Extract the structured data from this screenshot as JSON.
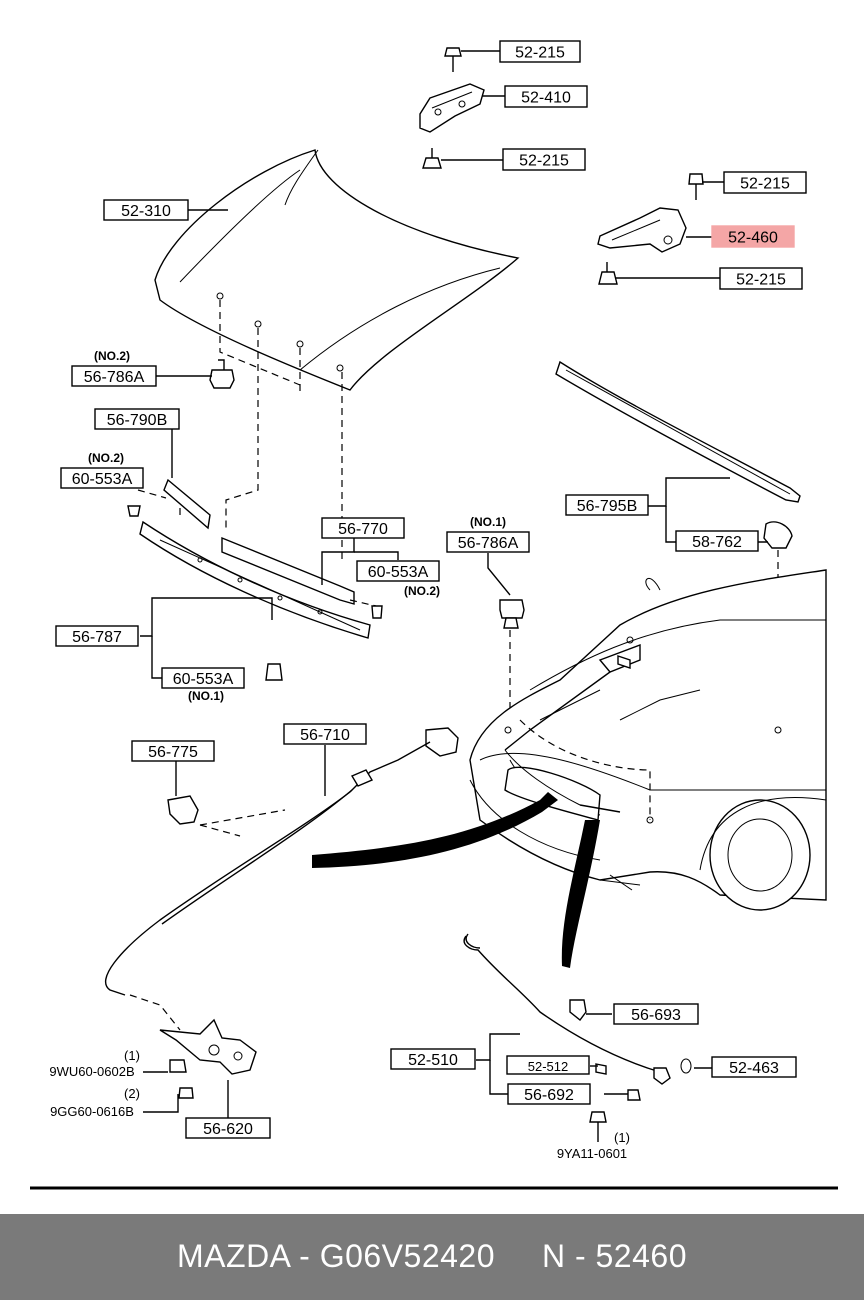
{
  "diagram": {
    "labels": [
      {
        "id": "l1",
        "text": "52-215"
      },
      {
        "id": "l2",
        "text": "52-410"
      },
      {
        "id": "l3",
        "text": "52-215"
      },
      {
        "id": "l4",
        "text": "52-215"
      },
      {
        "id": "l5",
        "text": "52-460",
        "highlighted": true
      },
      {
        "id": "l6",
        "text": "52-215"
      },
      {
        "id": "l7",
        "text": "52-310"
      },
      {
        "id": "l8",
        "text": "56-786A"
      },
      {
        "id": "l9",
        "text": "56-790B"
      },
      {
        "id": "l10",
        "text": "60-553A"
      },
      {
        "id": "l11",
        "text": "56-770"
      },
      {
        "id": "l12",
        "text": "60-553A"
      },
      {
        "id": "l13",
        "text": "56-786A"
      },
      {
        "id": "l14",
        "text": "56-795B"
      },
      {
        "id": "l15",
        "text": "58-762"
      },
      {
        "id": "l16",
        "text": "56-787"
      },
      {
        "id": "l17",
        "text": "60-553A"
      },
      {
        "id": "l18",
        "text": "56-775"
      },
      {
        "id": "l19",
        "text": "56-710"
      },
      {
        "id": "l20",
        "text": "56-693"
      },
      {
        "id": "l21",
        "text": "52-510"
      },
      {
        "id": "l22",
        "text": "52-512"
      },
      {
        "id": "l23",
        "text": "52-463"
      },
      {
        "id": "l24",
        "text": "56-692"
      },
      {
        "id": "l25",
        "text": "56-620"
      }
    ],
    "notes": [
      {
        "id": "n1",
        "text": "(NO.2)"
      },
      {
        "id": "n2",
        "text": "(NO.2)"
      },
      {
        "id": "n3",
        "text": "(NO.2)"
      },
      {
        "id": "n4",
        "text": "(NO.1)"
      },
      {
        "id": "n5",
        "text": "(NO.1)"
      }
    ],
    "fasteners": [
      {
        "id": "f1",
        "qty": "(1)",
        "code": "9WU60-0602B"
      },
      {
        "id": "f2",
        "qty": "(2)",
        "code": "9GG60-0616B"
      },
      {
        "id": "f3",
        "qty": "(1)",
        "code": "9YA11-0601"
      }
    ],
    "highlight_color": "#f4a6a6"
  },
  "footer": {
    "text": "MAZDA - G06V52420     N - 52460",
    "background": "#7a7a7a"
  }
}
